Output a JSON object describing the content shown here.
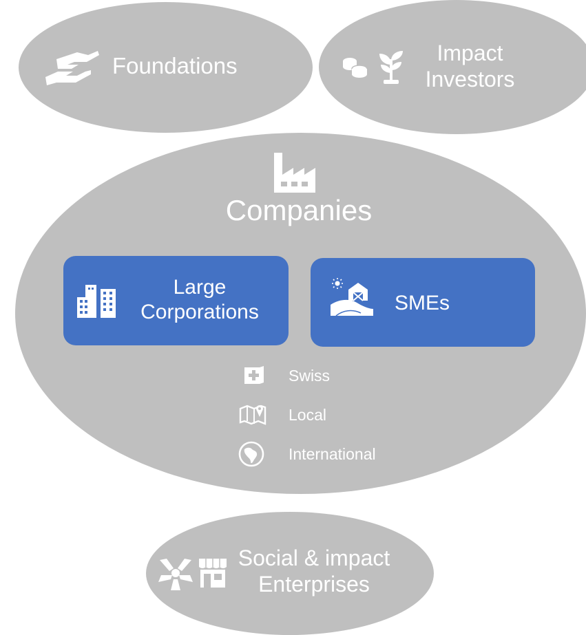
{
  "foundations": {
    "label": "Foundations",
    "icon": "handshake-icon"
  },
  "impact_investors": {
    "line1": "Impact",
    "line2": "Investors",
    "icons": [
      "coins-icon",
      "seedling-icon"
    ]
  },
  "companies": {
    "title": "Companies",
    "icon": "factory-icon",
    "large_corporations": {
      "line1": "Large",
      "line2": "Corporations",
      "icon": "buildings-icon"
    },
    "smes": {
      "label": "SMEs",
      "icon": "farm-icon"
    },
    "scopes": [
      {
        "label": "Swiss",
        "icon": "swiss-flag-icon"
      },
      {
        "label": "Local",
        "icon": "map-pin-icon"
      },
      {
        "label": "International",
        "icon": "globe-icon"
      }
    ]
  },
  "social_enterprises": {
    "line1": "Social & impact",
    "line2": "Enterprises",
    "icons": [
      "community-hands-icon",
      "storefront-icon"
    ]
  },
  "colors": {
    "ellipse": "#bfbfbf",
    "box": "#4472c4",
    "text": "#ffffff"
  }
}
